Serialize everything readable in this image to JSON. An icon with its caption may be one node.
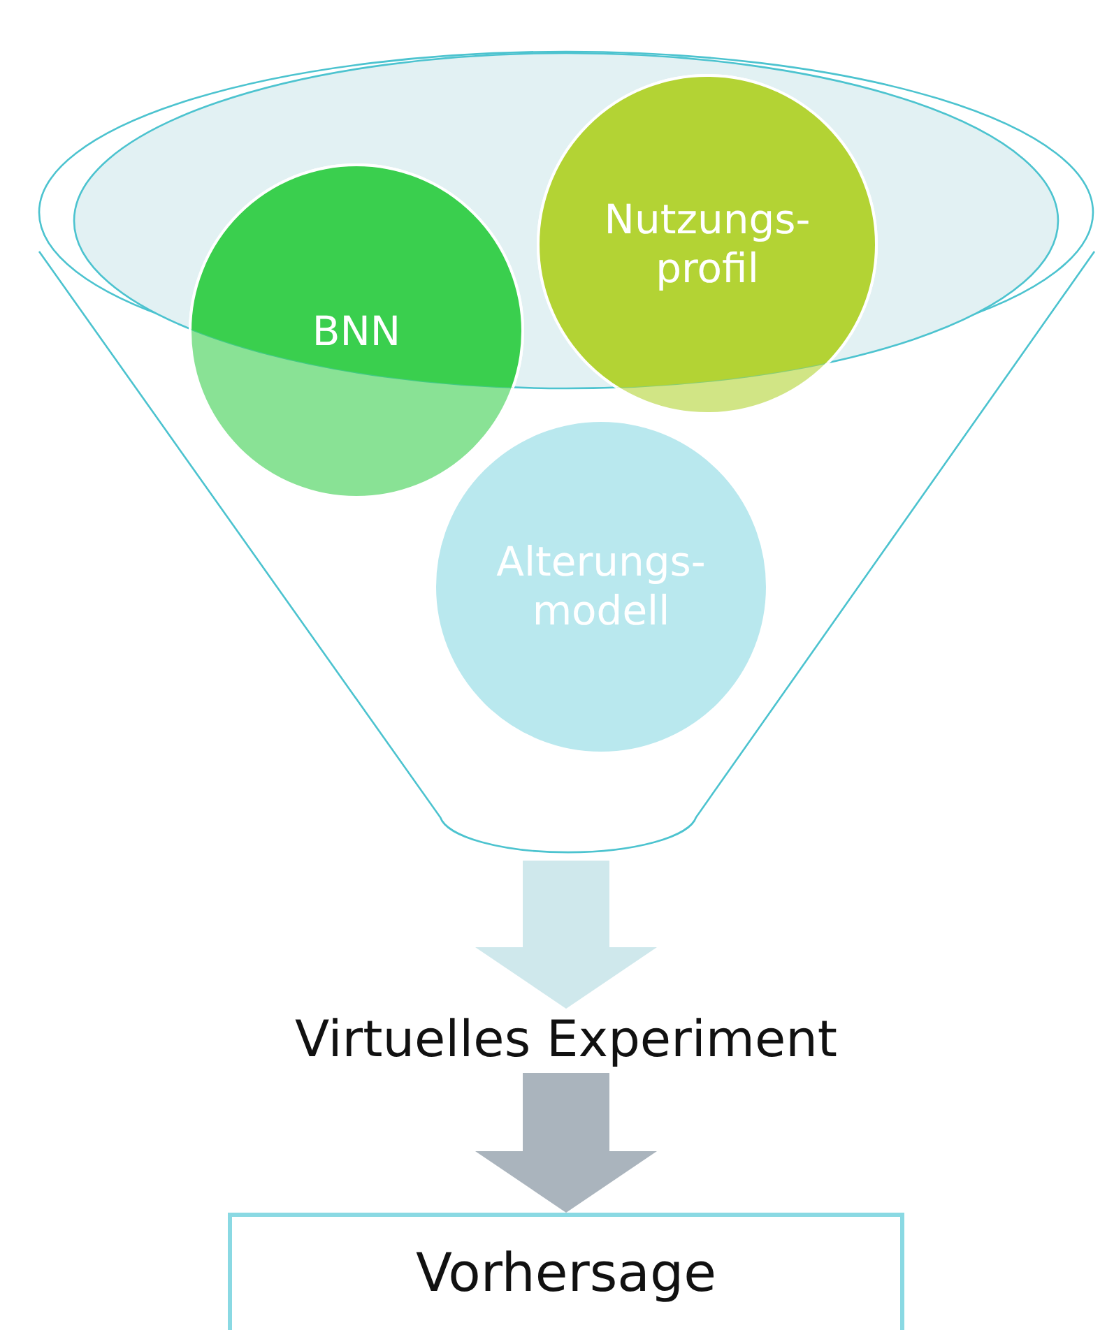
{
  "diagram": {
    "nodes": [
      {
        "text": [],
        "shape": "funnel"
      },
      {
        "text": [
          "BNN"
        ],
        "in": 0
      },
      {
        "text": [
          "Nutzungs- profil"
        ],
        "in": 0
      },
      {
        "text": [
          "Alterungs- modell"
        ],
        "in": 0
      },
      {
        "text": [
          "Virtuelles Experiment"
        ]
      },
      {
        "text": [
          "Vorhersage"
        ]
      }
    ],
    "edges": [
      {
        "from": 0,
        "to": 4,
        "arrow": "to",
        "color": "#cfe8ec"
      },
      {
        "from": 4,
        "to": 5,
        "arrow": "to",
        "color": "#aab4bd"
      }
    ]
  }
}
